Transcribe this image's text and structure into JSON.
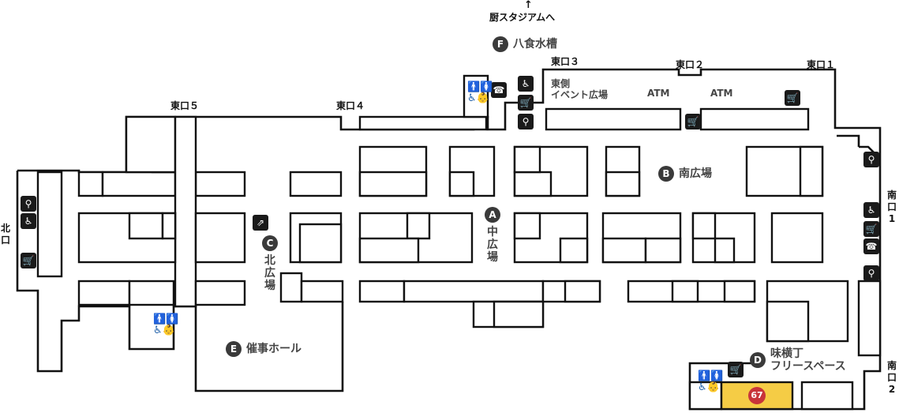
{
  "top_link": {
    "arrow": "↑",
    "text": "厨スタジアムへ"
  },
  "gates": {
    "east1": "東口１",
    "east2": "東口２",
    "east3": "東口３",
    "east4": "東口４",
    "east5": "東口５",
    "north": [
      "北",
      "口"
    ],
    "south1": [
      "南",
      "口",
      "1"
    ],
    "south2": [
      "南",
      "口",
      "2"
    ]
  },
  "areas": {
    "a": {
      "badge": "A",
      "name": [
        "中",
        "広",
        "場"
      ]
    },
    "b": {
      "badge": "B",
      "name": "南広場"
    },
    "c": {
      "badge": "C",
      "name": [
        "北",
        "広",
        "場"
      ]
    },
    "d": {
      "badge": "D",
      "line1": "味横丁",
      "line2": "フリースペース"
    },
    "e": {
      "badge": "E",
      "name": "催事ホール"
    },
    "f": {
      "badge": "F",
      "name": "八食水槽"
    }
  },
  "labels": {
    "east_event_line1": "東側",
    "east_event_line2": "イベント広場",
    "atm_1": "ATM",
    "atm_2": "ATM"
  },
  "highlight_store": {
    "number": "67",
    "color": "#f5cc45"
  },
  "colors": {
    "male": "#1f5fa8",
    "female": "#d9302c",
    "accessible": "#1f5fa8",
    "baby": "#e8a12a"
  }
}
